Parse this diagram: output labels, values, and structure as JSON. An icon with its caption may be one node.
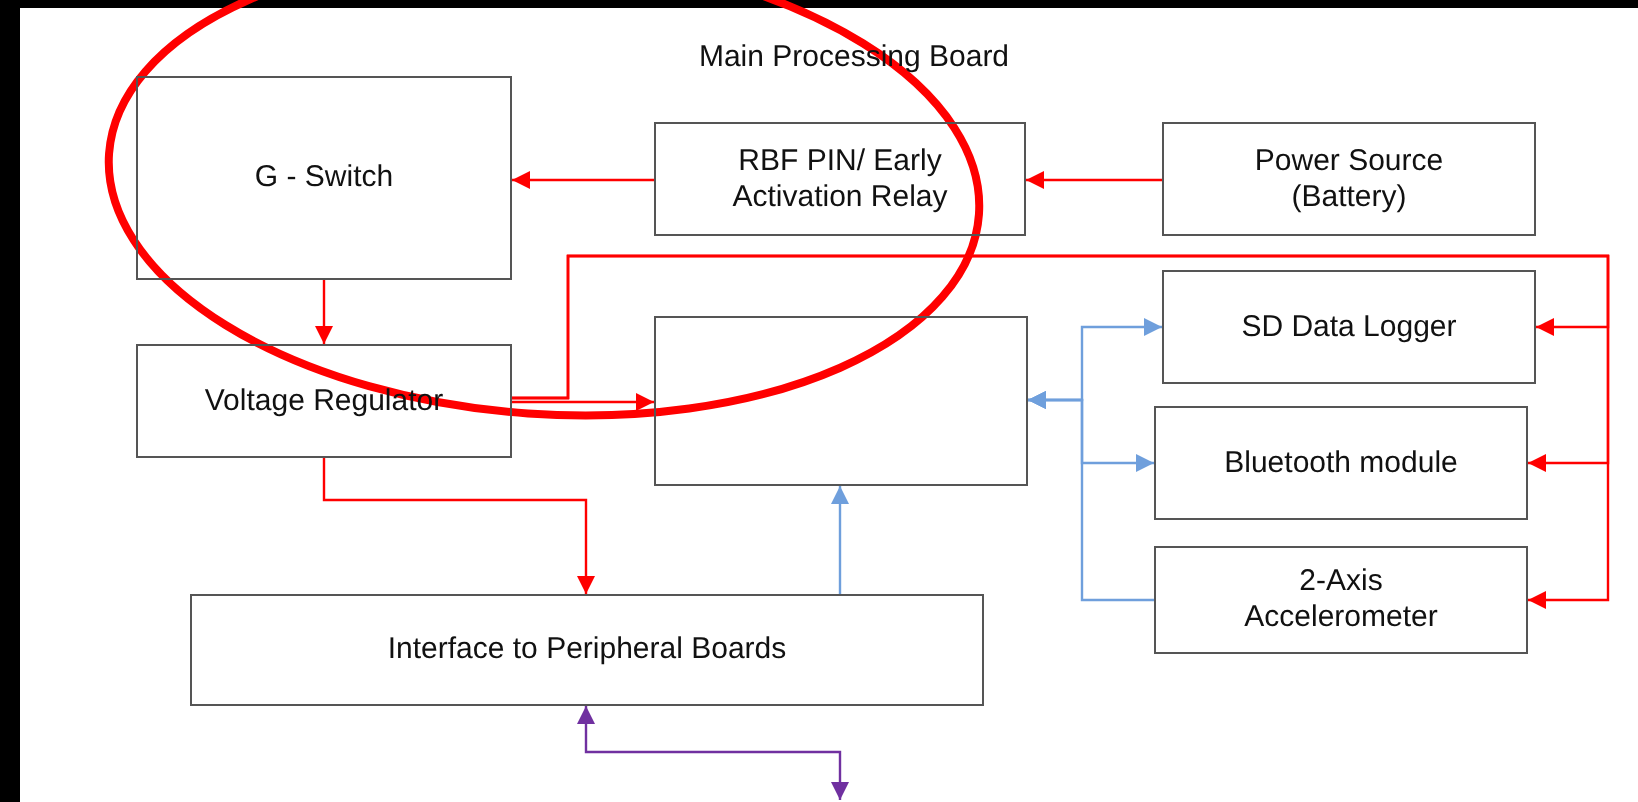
{
  "diagram": {
    "title": "Main Processing Board",
    "nodes": [
      {
        "text": [
          "G - Switch"
        ]
      },
      {
        "text": [
          "RBF PIN/ Early Activation Relay"
        ]
      },
      {
        "text": [
          "Power Source (Battery)"
        ]
      },
      {
        "text": [
          "Voltage Regulator"
        ]
      },
      {
        "text": [],
        "shape": "box"
      },
      {
        "text": [
          "SD Data Logger"
        ]
      },
      {
        "text": [
          "Bluetooth module"
        ]
      },
      {
        "text": [
          "2-Axis Accelerometer"
        ]
      },
      {
        "text": [
          "Interface to Peripheral Boards"
        ]
      }
    ],
    "edges": [
      {
        "from": 1,
        "to": 0,
        "arrow": "to"
      },
      {
        "from": 2,
        "to": 1,
        "arrow": "to"
      },
      {
        "from": 0,
        "to": 3,
        "arrow": "to"
      },
      {
        "from": 3,
        "to": 4,
        "arrow": "to"
      },
      {
        "from": 3,
        "to": 8,
        "arrow": "to"
      },
      {
        "from": 3,
        "to": 5,
        "arrow": "to"
      },
      {
        "from": 3,
        "to": 6,
        "arrow": "to"
      },
      {
        "from": 3,
        "to": 7,
        "arrow": "to"
      },
      {
        "from": 4,
        "to": 5,
        "arrow": "both",
        "color": "#6f9fdc"
      },
      {
        "from": 4,
        "to": 6,
        "arrow": "both",
        "color": "#6f9fdc"
      },
      {
        "from": 7,
        "to": 4,
        "arrow": "to",
        "color": "#6f9fdc"
      },
      {
        "from": 8,
        "to": 4,
        "arrow": "to",
        "color": "#6f9fdc"
      },
      {
        "from": 8,
        "to": null,
        "arrow": "both",
        "color": "#7030a0"
      }
    ]
  }
}
